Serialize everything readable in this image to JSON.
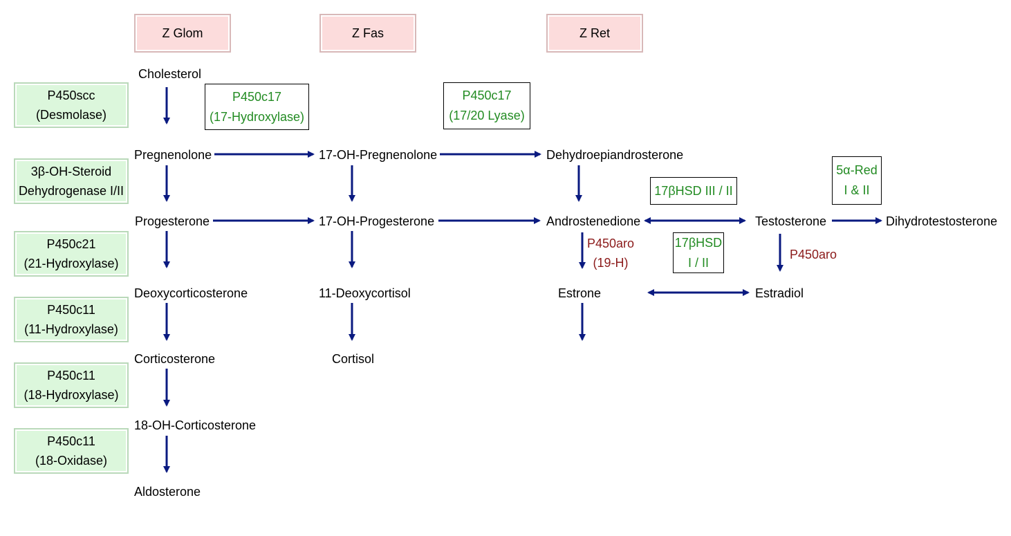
{
  "zones": [
    "Z Glom",
    "Z Fas",
    "Z Ret"
  ],
  "enzymes_left": [
    {
      "line1": "P450scc",
      "line2": "(Desmolase)"
    },
    {
      "line1": "3β-OH-Steroid",
      "line2": "Dehydrogenase I/II"
    },
    {
      "line1": "P450c21",
      "line2": "(21-Hydroxylase)"
    },
    {
      "line1": "P450c11",
      "line2": "(11-Hydroxylase)"
    },
    {
      "line1": "P450c11",
      "line2": "(18-Hydroxylase)"
    },
    {
      "line1": "P450c11",
      "line2": "(18-Oxidase)"
    }
  ],
  "enzymes_pathway": {
    "c17_hydroxylase": {
      "line1": "P450c17",
      "line2": "(17-Hydroxylase)"
    },
    "c17_lyase": {
      "line1": "P450c17",
      "line2": "(17/20 Lyase)"
    },
    "hsd_3_2": {
      "line1": "17βHSD III / II"
    },
    "hsd_1_2": {
      "line1": "17βHSD",
      "line2": "I / II"
    },
    "red_5a": {
      "line1": "5α-Red",
      "line2": "I & II"
    }
  },
  "aromatase": {
    "andro": {
      "line1": "P450aro",
      "line2": "(19-H)"
    },
    "testo": {
      "line1": "P450aro"
    }
  },
  "compounds": {
    "cholesterol": "Cholesterol",
    "pregnenolone": "Pregnenolone",
    "oh17_pregnenolone": "17-OH-Pregnenolone",
    "dhea": "Dehydroepiandrosterone",
    "progesterone": "Progesterone",
    "oh17_progesterone": "17-OH-Progesterone",
    "androstenedione": "Androstenedione",
    "testosterone": "Testosterone",
    "dht": "Dihydrotestosterone",
    "doc": "Deoxycorticosterone",
    "deoxycortisol": "11-Deoxycortisol",
    "estrone": "Estrone",
    "estradiol": "Estradiol",
    "corticosterone": "Corticosterone",
    "cortisol": "Cortisol",
    "oh18_corticosterone": "18-OH-Corticosterone",
    "aldosterone": "Aldosterone"
  },
  "colors": {
    "arrow": "#0a1a80",
    "zone_fill": "#fcdcdc",
    "enzyme_fill": "#dcf7dc",
    "enzyme_text": "#228b22",
    "aromatase_text": "#8b1a1a"
  }
}
